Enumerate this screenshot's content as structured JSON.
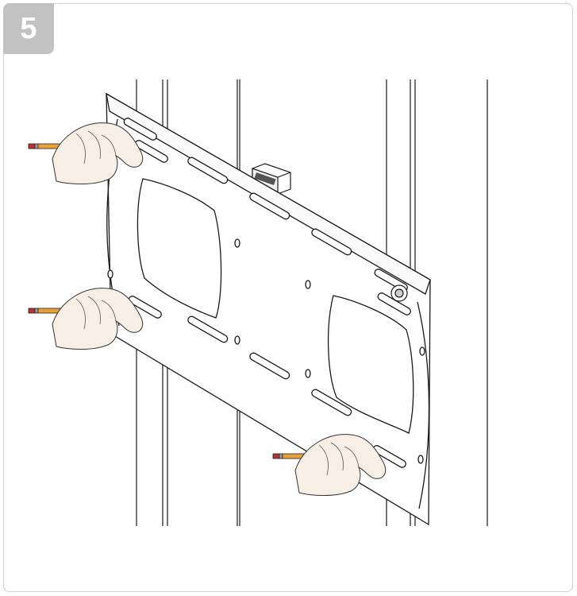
{
  "step": {
    "number": "5",
    "badge_color": "#c2c2c2",
    "frame_color": "#d2d2d2"
  },
  "illustration": {
    "icons": [
      "wall-studs",
      "mounting-bracket",
      "bubble-level",
      "hand-with-pencil",
      "bolt"
    ],
    "line_color": "#1a1a1a",
    "pencil_color": "#e8a13a",
    "skin_color": "#f7efe6"
  }
}
